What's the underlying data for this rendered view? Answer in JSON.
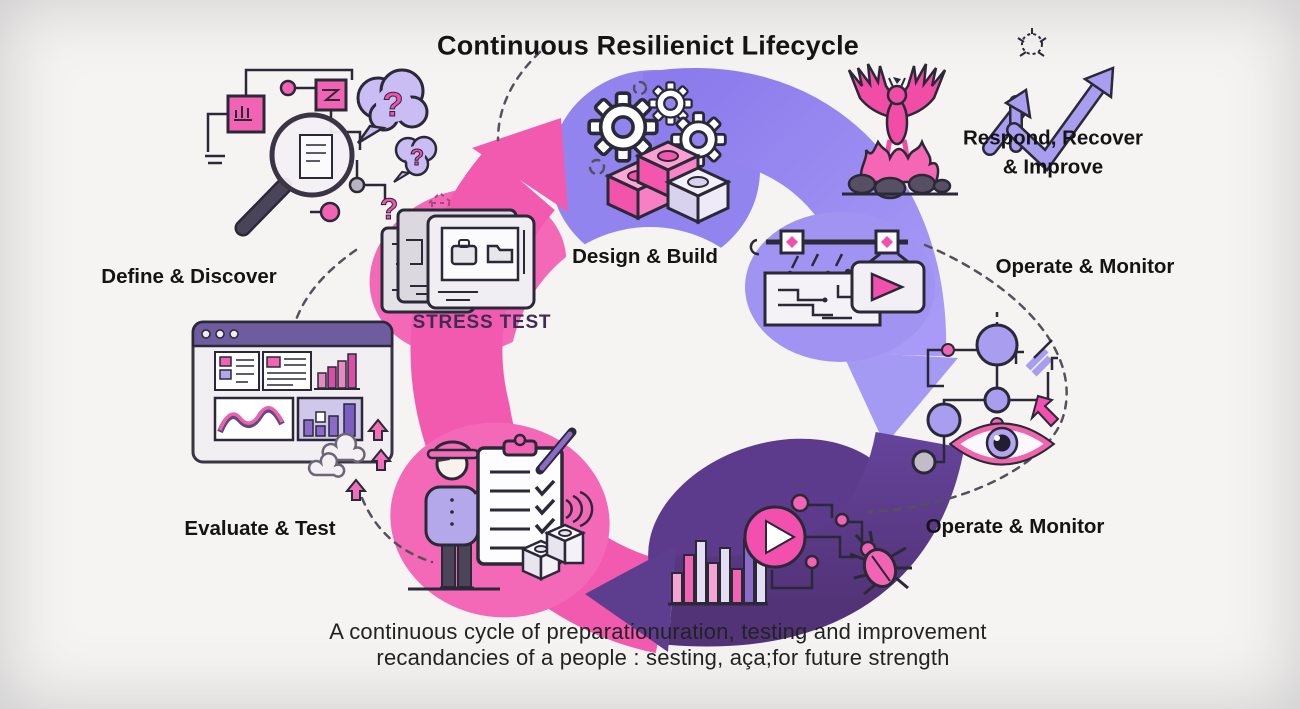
{
  "title": "Continuous Resilienict Lifecycle",
  "stages": {
    "define_discover": "Define & Discover",
    "design_build": "Design & Build",
    "operate_monitor_right": "Operate & Monitor",
    "operate_monitor_bottom": "Operate & Monitor",
    "evaluate_test": "Evaluate & Test",
    "respond_recover_line1": "Respond, Recover",
    "respond_recover_line2": "& Improve",
    "stress_test": "STRESS TEST"
  },
  "caption": {
    "line1": "A continuous cycle of preparationuration, testing and improvement",
    "line2": "recandancies of a people : sesting, aça;for future strength"
  },
  "glyphs": {
    "question_mark": "?"
  },
  "colors": {
    "background": "#f5f4f2",
    "pink": "#f25aaf",
    "purple": "#8f80ee",
    "light_purple": "#a99df0",
    "dark_purple": "#5c3b8d",
    "lavender": "#cabdf4",
    "outline": "#2b2837",
    "text": "#141414"
  },
  "icons": {
    "define_discover": "magnifier-flowchart-icon",
    "design_build": "gears-and-blocks-icon",
    "respond_recover_a": "phoenix-rising-icon",
    "respond_recover_b": "growth-arrows-icon",
    "operate_top": "circuit-sprinkler-play-icon",
    "operate_side": "network-eye-monitoring-icon",
    "operate_bottom": "play-bars-bug-icon",
    "evaluate": "dashboard-window-icon",
    "worker": "worker-checklist-icon",
    "stress": "blueprint-stress-test-icon"
  }
}
